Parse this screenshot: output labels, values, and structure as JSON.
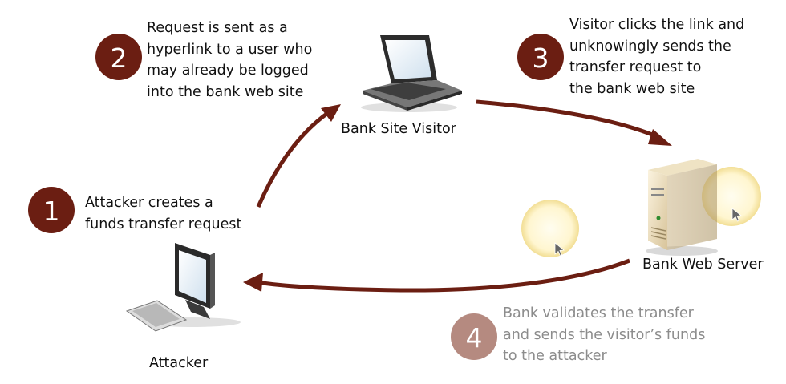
{
  "steps": [
    {
      "number": "1",
      "text": "Attacker creates a\nfunds transfer request"
    },
    {
      "number": "2",
      "text": "Request is sent as a\nhyperlink to a user who\nmay already be logged\ninto the bank web site"
    },
    {
      "number": "3",
      "text": "Visitor clicks the link and\nunknowingly sends the\ntransfer request to\nthe bank web site"
    },
    {
      "number": "4",
      "text": "Bank validates the transfer\nand sends the visitor’s funds\nto the attacker"
    }
  ],
  "nodes": {
    "attacker": "Attacker",
    "visitor": "Bank Site Visitor",
    "server": "Bank Web Server"
  },
  "colors": {
    "badge": "#6b1e12",
    "badge_faded": "#b58a80",
    "arrow": "#6b1e12",
    "faded_text": "#8c8c8c"
  }
}
